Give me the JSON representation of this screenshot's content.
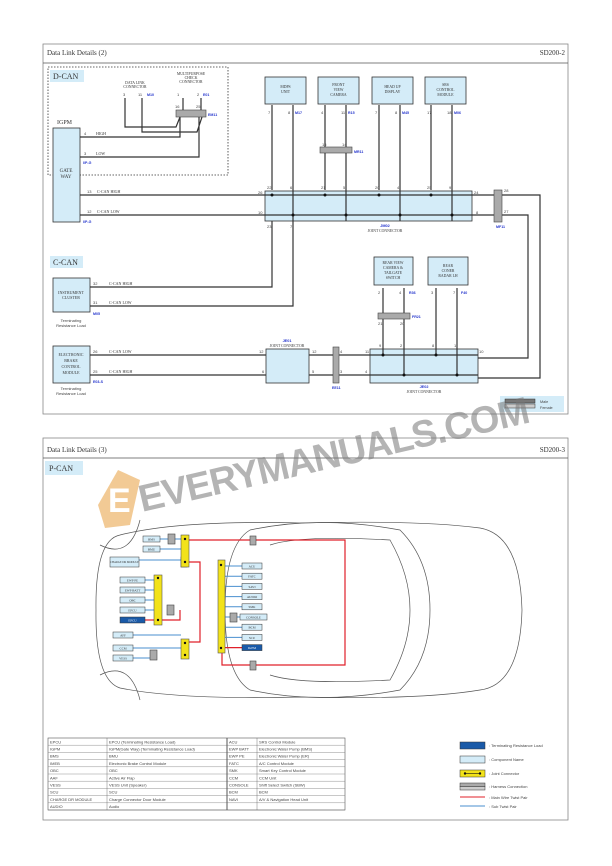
{
  "page1": {
    "title": "Data Link Details (2)",
    "code": "SD200-2",
    "dcan_label": "D-CAN",
    "ccan_label": "C-CAN",
    "igpm": "IGPM",
    "gateway": [
      "GATE",
      "WAY"
    ],
    "igpm_conn": "I/P-G",
    "data_link_connector": [
      "DATA LINK",
      "CONNECTOR"
    ],
    "dlc_pins": [
      "3",
      "11"
    ],
    "dlc_ref": "M10",
    "multipurpose_connector": [
      "MULTIPURPOSE",
      "CHECK",
      "CONNECTOR"
    ],
    "mpc_pins": [
      "1",
      "2"
    ],
    "mpc_ref": "E01",
    "em11_pins": [
      "16",
      "25"
    ],
    "em11_ref": "EM11",
    "high": "HIGH",
    "low": "LOW",
    "high_pin": "4",
    "low_pin": "3",
    "ccan_high": "C-CAN HIGH",
    "ccan_low": "C-CAN LOW",
    "gw_ccan_pins": [
      "13",
      "12"
    ],
    "modules": [
      {
        "name": [
          "MDPS",
          "UNIT"
        ],
        "pins": [
          "7",
          "8"
        ],
        "ref": "M17"
      },
      {
        "name": [
          "FRONT",
          "VIEW",
          "CAMERA"
        ],
        "pins": [
          "4",
          "11"
        ],
        "ref": "R15"
      },
      {
        "name": [
          "HEAD UP",
          "DISPLAY"
        ],
        "pins": [
          "7",
          "8"
        ],
        "ref": "M45"
      },
      {
        "name": [
          "SRS",
          "CONTROL",
          "MODULE"
        ],
        "pins": [
          "17",
          "18"
        ],
        "ref": "M06"
      }
    ],
    "mr11": {
      "pins": [
        "15",
        "14"
      ],
      "ref": "MR11"
    },
    "jm02": {
      "ref": "JM02",
      "label": "JOINT CONNECTOR",
      "top_pins": [
        "22",
        "6",
        "21",
        "5",
        "20",
        "4",
        "25",
        "9"
      ],
      "left_pins": [
        "26",
        "10"
      ],
      "right_pins": [
        "24",
        "8"
      ],
      "bottom_pins": [
        "23",
        "7"
      ]
    },
    "mf11": {
      "pins": [
        "28",
        "27"
      ],
      "ref": "MF11"
    },
    "instrument_cluster": [
      "INSTRUMENT",
      "CLUSTER"
    ],
    "ic_pins": [
      "32",
      "31"
    ],
    "ic_ref": "M05",
    "terminating": [
      "Terminating",
      "Resistance Load"
    ],
    "ebcm": [
      "ELECTRONIC",
      "BRAKE",
      "CONTROL",
      "MODULE"
    ],
    "ebcm_pins": [
      "26",
      "25"
    ],
    "ebcm_ref": "E03-S",
    "je01": {
      "ref": "JE01",
      "label": "JOINT CONNECTOR",
      "pins": [
        "12",
        "12",
        "6",
        "5"
      ]
    },
    "ee11": {
      "pins": [
        "4",
        "3"
      ],
      "ref": "EE11"
    },
    "je02": {
      "ref": "JE02",
      "label": "JOINT CONNECTOR",
      "pins": [
        "11",
        "4",
        "9",
        "2",
        "8",
        "1",
        "10"
      ]
    },
    "rear_camera": {
      "name": [
        "REAR VIEW",
        "CAMERA &",
        "TAILGATE",
        "SWITCH"
      ],
      "pins": [
        "2",
        "4"
      ],
      "ref": "R36"
    },
    "rear_radar": {
      "name": [
        "REAR",
        "CONER",
        "RADAR LH"
      ],
      "pins": [
        "3",
        "7"
      ],
      "ref": "F40"
    },
    "fr21": {
      "pins": [
        "21",
        "20"
      ],
      "ref": "FR21"
    },
    "legend": {
      "male": "Male",
      "female": "Female"
    }
  },
  "page2": {
    "title": "Data Link Details (3)",
    "code": "SD200-3",
    "pcan_label": "P-CAN",
    "left_modules": [
      "BMS",
      "BMU",
      "CHARGE DR MODULE",
      "EWP PE",
      "EWP BATT",
      "OBC",
      "EPCU",
      "EPCU",
      "AFF",
      "CCM",
      "VESS"
    ],
    "right_modules": [
      "ACU",
      "FATC",
      "SAVI",
      "AUDIO",
      "SMK",
      "CONSOLE",
      "BCM",
      "SCU",
      "IGPM"
    ],
    "table": [
      [
        "EPCU",
        "EPCU (Terminating Resistance Load)",
        "ACU",
        "SRS Control Module"
      ],
      [
        "IGPM",
        "IGPM(Gate Way) (Terminating Resistance Load)",
        "EWP BATT",
        "Electronic Water Pump (BMS)"
      ],
      [
        "BMS",
        "BMU",
        "EWP PE",
        "Electronic Water Pump (ER)"
      ],
      [
        "IMEB",
        "Electronic Brake Control Module",
        "FATC",
        "A/C Control Module"
      ],
      [
        "OBC",
        "OBC",
        "SMK",
        "Smart Key Control Module"
      ],
      [
        "AAF",
        "Active Air Flap",
        "CCM",
        "CCM Unit"
      ],
      [
        "VESS",
        "VESS Unit (Speaker)",
        "CONSOLE",
        "Shift Select Switch (SBW)"
      ],
      [
        "SCU",
        "SCU",
        "BCM",
        "BCM"
      ],
      [
        "CHARGE DR MODULE",
        "Charge Connector Door Module",
        "NAVI",
        "A/V & Navigation Head Unit"
      ],
      [
        "AUDIO",
        "Audio",
        "",
        ""
      ]
    ],
    "legend": [
      ": Terminating Resistance Load",
      ": Component Name",
      ": Joint Connector",
      ": Harness Connection",
      ": Main Wire Twist Pair",
      ": Sub Twist Pair"
    ]
  },
  "watermark": "EVERYMANUALS.COM",
  "colors": {
    "component": "#d4ecf8",
    "terminating": "#1a5aa8",
    "joint": "#f2e21a",
    "main_pair": "#e0202a",
    "sub_pair": "#4a8fcf"
  }
}
